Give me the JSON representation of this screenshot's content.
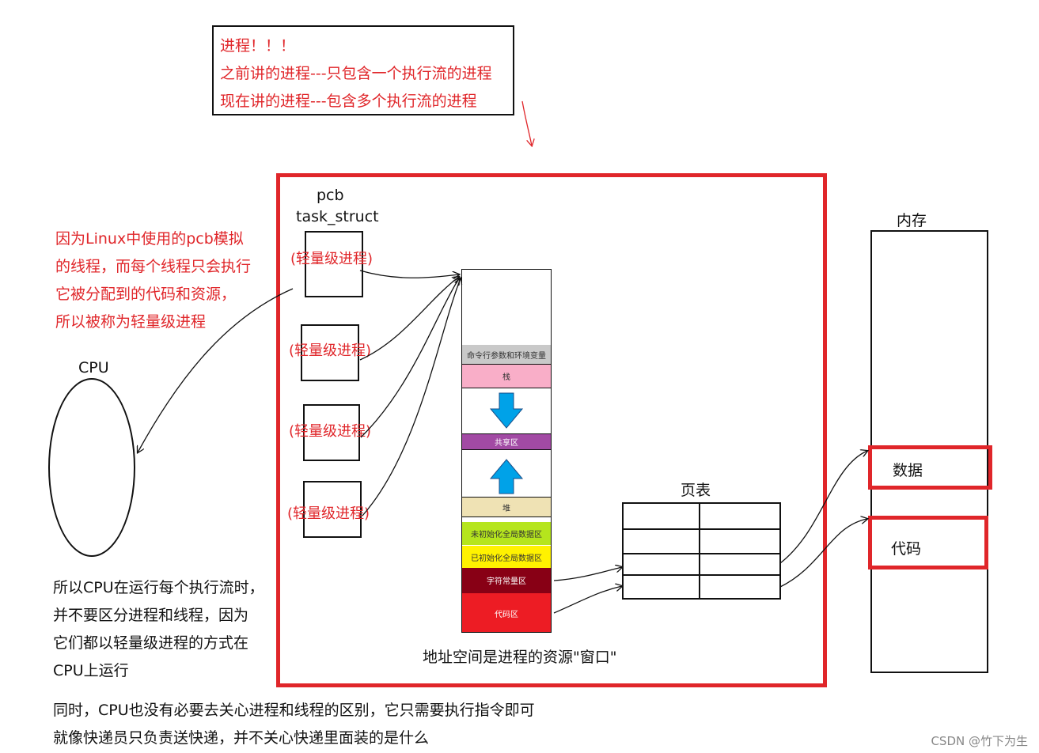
{
  "note": {
    "line1": "进程！！！",
    "line2": "之前讲的进程---只包含一个执行流的进程",
    "line3": "现在讲的进程---包含多个执行流的进程"
  },
  "pcb": {
    "label1": "pcb",
    "label2": "task_struct"
  },
  "lwp_label": "(轻量级进程)",
  "left_note": {
    "l1": "因为Linux中使用的pcb模拟",
    "l2": "的线程，而每个线程只会执行",
    "l3": "它被分配到的代码和资源，",
    "l4": "所以被称为轻量级进程"
  },
  "cpu": {
    "label": "CPU"
  },
  "cpu_note": {
    "l1": "所以CPU在运行每个执行流时，",
    "l2": "并不要区分进程和线程，因为",
    "l3": "它们都以轻量级进程的方式在",
    "l4": "CPU上运行"
  },
  "address_space": {
    "caption": "地址空间是进程的资源\"窗口\"",
    "segments": {
      "cmdline": "命令行参数和环境变量",
      "stack": "栈",
      "shared": "共享区",
      "heap": "堆",
      "bss": "未初始化全局数据区",
      "data": "已初始化全局数据区",
      "rodata": "字符常量区",
      "code": "代码区"
    },
    "colors": {
      "cmdline": "#c9c9c9",
      "stack": "#f9aec8",
      "shared": "#a24aa4",
      "heap": "#efe2b4",
      "bss": "#b5e51d",
      "data": "#fff200",
      "rodata": "#880015",
      "code": "#ed1c24",
      "arrow": "#00a2e8"
    }
  },
  "page_table": {
    "label": "页表"
  },
  "memory": {
    "label": "内存",
    "data_label": "数据",
    "code_label": "代码"
  },
  "footer": {
    "l1": "同时，CPU也没有必要去关心进程和线程的区别，它只需要执行指令即可",
    "l2": "就像快递员只负责送快递，并不关心快递里面装的是什么"
  },
  "watermark": "CSDN @竹下为生"
}
